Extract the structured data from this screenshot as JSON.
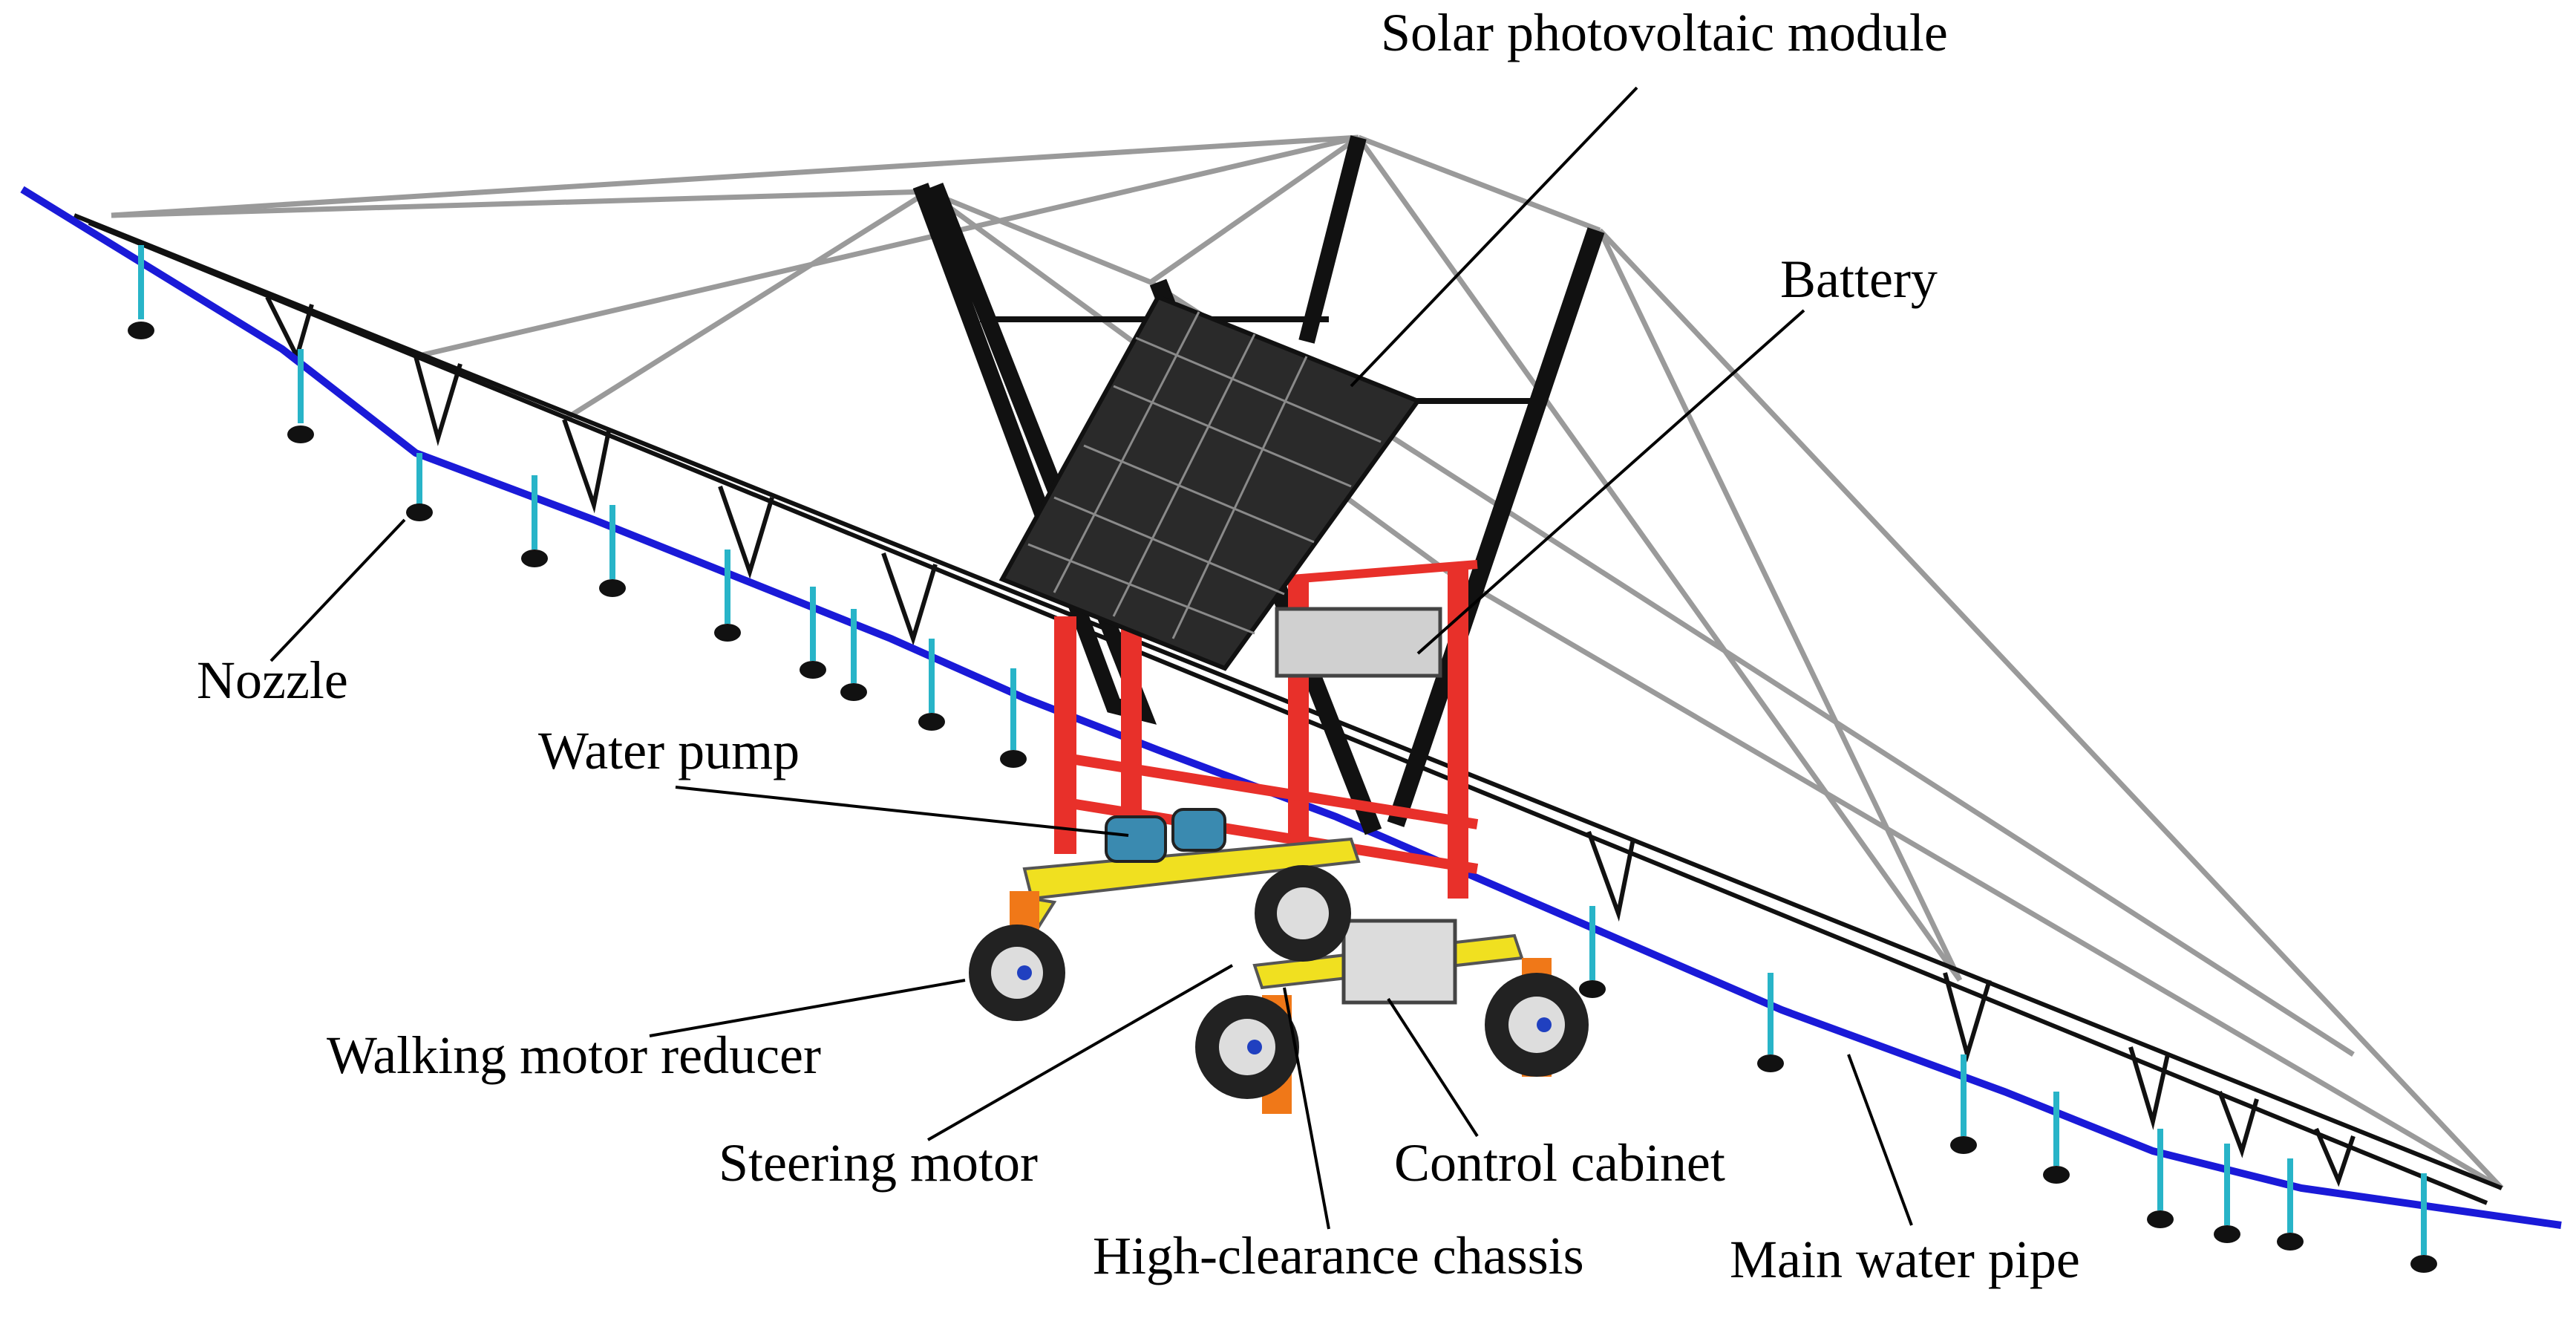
{
  "diagram": {
    "labels": {
      "solar": "Solar photovoltaic module",
      "battery": "Battery",
      "nozzle": "Nozzle",
      "water_pump": "Water pump",
      "walking_motor_reducer": "Walking motor reducer",
      "steering_motor": "Steering motor",
      "control_cabinet": "Control cabinet",
      "chassis": "High-clearance chassis",
      "main_water_pipe": "Main water pipe"
    },
    "colors": {
      "pipe": "#1a1ad8",
      "truss": "#111111",
      "cable": "#9a9a9a",
      "frame": "#e8302a",
      "chassis": "#f0e020",
      "panel": "#2a2a2a",
      "dropper": "#28b4c8"
    }
  }
}
